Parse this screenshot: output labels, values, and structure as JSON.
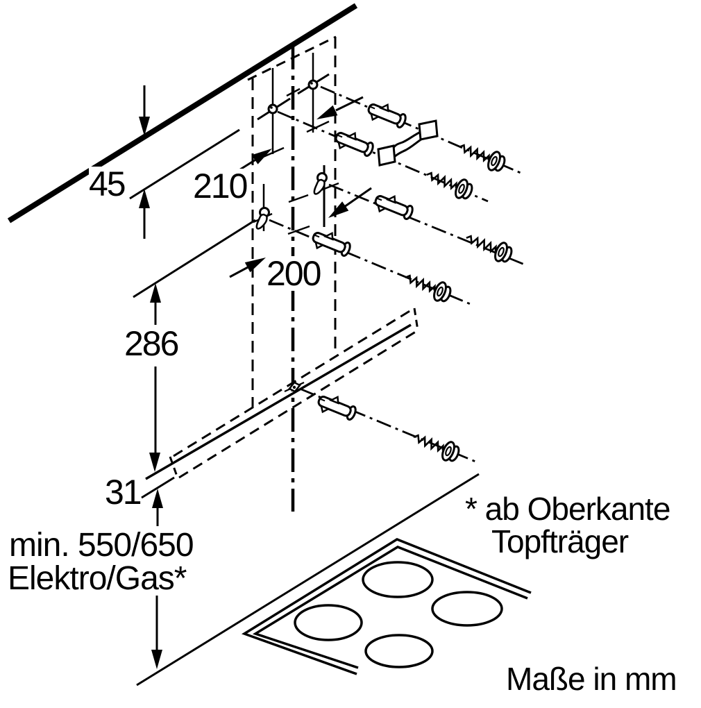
{
  "diagram": {
    "type": "appliance-installation-drawing",
    "labels": {
      "dim_45": "45",
      "dim_210": "210",
      "dim_200": "200",
      "dim_286": "286",
      "dim_31": "31",
      "min_clearance": "min. 550/650",
      "min_clearance_sub": "Elektro/Gas*",
      "footnote_line1": "* ab Oberkante",
      "footnote_line2": "Topfträger",
      "units_note": "Maße in mm"
    },
    "colors": {
      "ink": "#000000",
      "background": "#ffffff"
    }
  }
}
